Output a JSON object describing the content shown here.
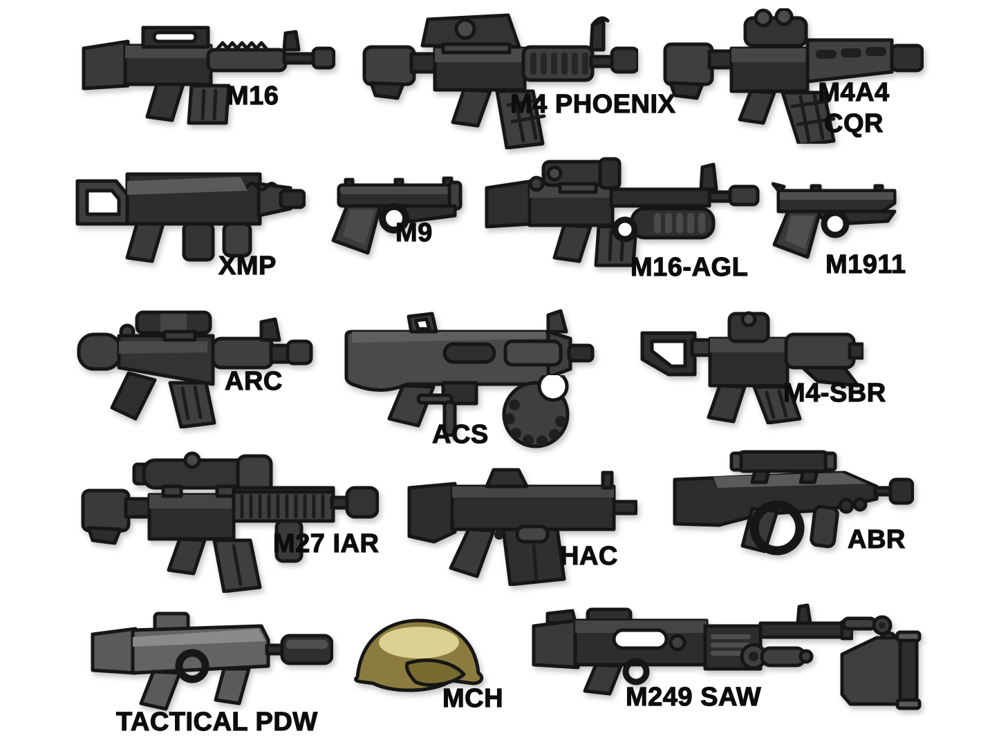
{
  "collection": "weapon-pack-collage",
  "colors": {
    "background": "#ffffff",
    "label_text": "#0d0d0d",
    "gun_outline": "#161616",
    "gun_dark": "#2d2d2d",
    "gun_mid": "#3f3f3f",
    "gun_light": "#5a5a5a",
    "pdw_body": "#636363",
    "helmet_body": "#8b7b3e",
    "helmet_highlight": "#dbd292"
  },
  "items": {
    "m16": {
      "label": "M16"
    },
    "m4_phoenix": {
      "label": "M4 PHOENIX"
    },
    "m4a4_cqr": {
      "line1": "M4A4",
      "line2": "CQR"
    },
    "xmp": {
      "label": "XMP"
    },
    "m9": {
      "label": "M9"
    },
    "m16_agl": {
      "label": "M16-AGL"
    },
    "m1911": {
      "label": "M1911"
    },
    "arc": {
      "label": "ARC"
    },
    "acs": {
      "label": "ACS"
    },
    "m4_sbr": {
      "label": "M4-SBR"
    },
    "m27_iar": {
      "label": "M27 IAR"
    },
    "hac": {
      "label": "HAC"
    },
    "abr": {
      "label": "ABR"
    },
    "tactical_pdw": {
      "label": "TACTICAL PDW"
    },
    "mch": {
      "label": "MCH"
    },
    "m249_saw": {
      "label": "M249 SAW"
    }
  }
}
